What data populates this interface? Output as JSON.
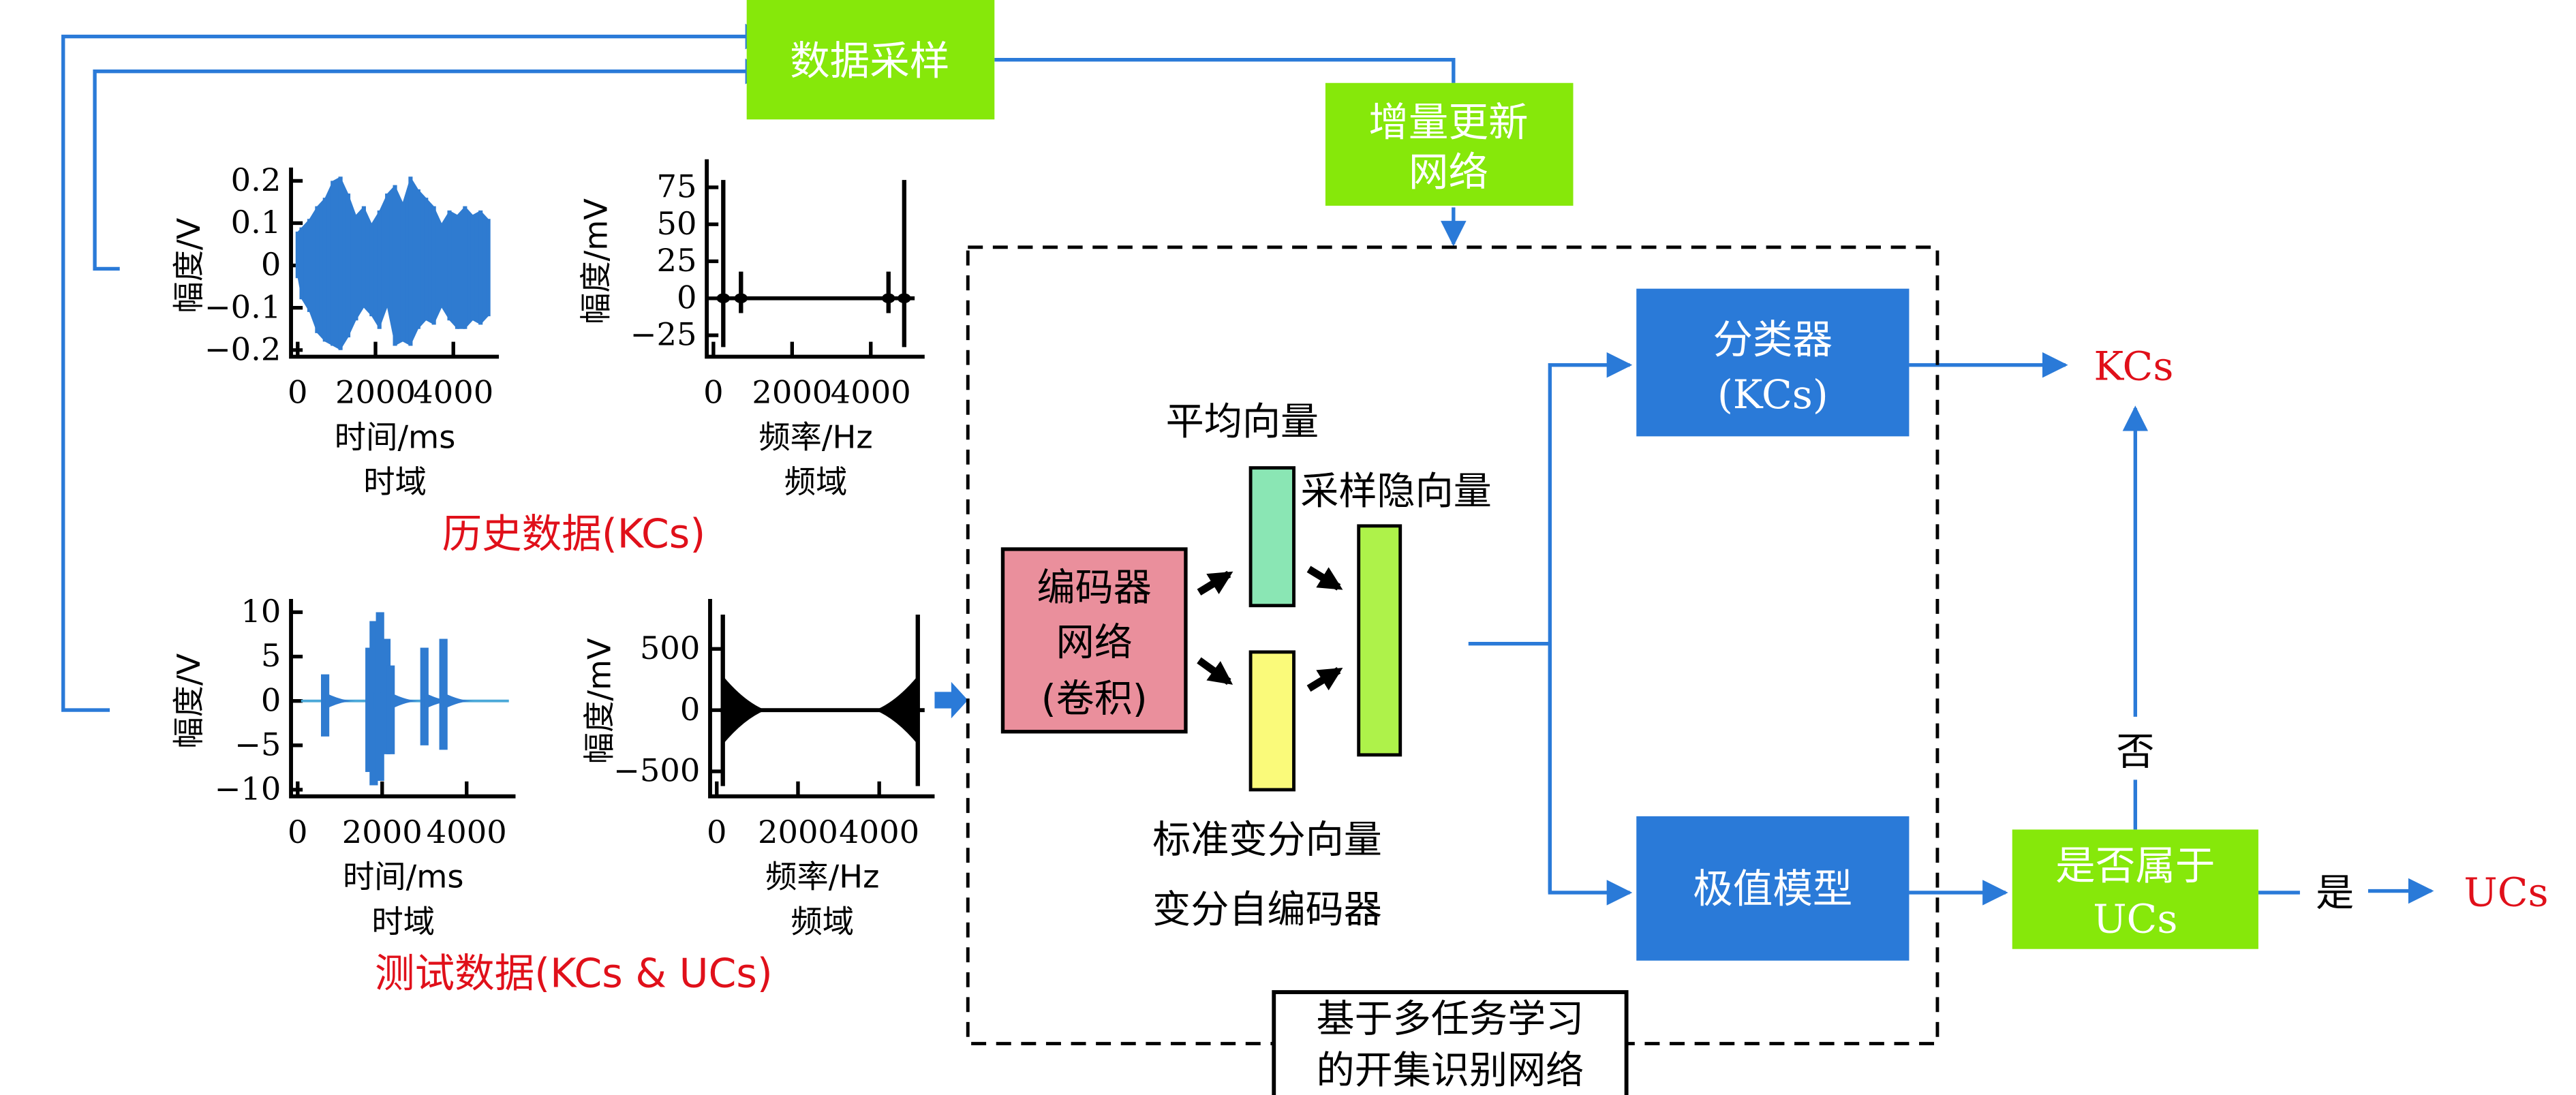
{
  "colors": {
    "flow": "#2a7ad8",
    "green_box": "#86e80a",
    "blue_box": "#2a7ad8",
    "encoder_box": "#ea8f9c",
    "mean_vector": "#8ae6b4",
    "std_vector": "#fafa7a",
    "latent_vector": "#aef24a",
    "highlight_red": "#e0101a",
    "signal_blue": "#2f7bd0",
    "spectrum_black": "#000000"
  },
  "boxes": {
    "data_sampling": "数据采样",
    "incremental_update": [
      "增量更新",
      "网络"
    ],
    "encoder": [
      "编码器",
      "网络",
      "(卷积)"
    ],
    "classifier": [
      "分类器",
      "(KCs)"
    ],
    "extreme_value_model": "极值模型",
    "is_uc_decision": [
      "是否属于",
      "UCs"
    ],
    "network_caption": [
      "基于多任务学习",
      "的开集识别网络"
    ]
  },
  "labels": {
    "mean_vector": "平均向量",
    "sampled_latent_vector": "采样隐向量",
    "std_vector": "标准变分向量",
    "vae": "变分自编码器",
    "history_data": "历史数据(KCs)",
    "test_data": "测试数据(KCs & UCs)",
    "output_kcs": "KCs",
    "output_ucs": "UCs",
    "no": "否",
    "yes": "是"
  },
  "chart_data": [
    {
      "id": "history-time",
      "type": "line",
      "title": "时域",
      "xlabel": "时间/ms",
      "ylabel": "幅度/V",
      "xlim": [
        0,
        5000
      ],
      "ylim": [
        -0.2,
        0.2
      ],
      "xticks": [
        0,
        2000,
        4000
      ],
      "yticks": [
        -0.2,
        -0.1,
        0,
        0.1,
        0.2
      ],
      "xtick_labels": [
        "0",
        "2000",
        "4000"
      ],
      "ytick_labels": [
        "-0.2",
        "-0.1",
        "0",
        "0.1",
        "0.2"
      ],
      "color": "#2f7bd0",
      "envelope": {
        "x": [
          0,
          100,
          300,
          500,
          700,
          900,
          1100,
          1300,
          1500,
          1700,
          1900,
          2100,
          2300,
          2500,
          2700,
          2900,
          3100,
          3300,
          3500,
          3700,
          3900,
          4100,
          4300,
          4500,
          4700,
          4900
        ],
        "upper": [
          0.08,
          0.09,
          0.11,
          0.14,
          0.16,
          0.2,
          0.21,
          0.17,
          0.12,
          0.14,
          0.1,
          0.13,
          0.17,
          0.19,
          0.15,
          0.21,
          0.18,
          0.16,
          0.14,
          0.1,
          0.13,
          0.12,
          0.14,
          0.12,
          0.13,
          0.11
        ],
        "lower": [
          -0.03,
          -0.08,
          -0.11,
          -0.16,
          -0.18,
          -0.19,
          -0.2,
          -0.17,
          -0.13,
          -0.1,
          -0.12,
          -0.15,
          -0.1,
          -0.19,
          -0.18,
          -0.19,
          -0.15,
          -0.13,
          -0.14,
          -0.1,
          -0.13,
          -0.15,
          -0.15,
          -0.13,
          -0.14,
          -0.12
        ]
      }
    },
    {
      "id": "history-freq",
      "type": "line",
      "title": "频域",
      "xlabel": "频率/Hz",
      "ylabel": "幅度/mV",
      "xlim": [
        0,
        5200
      ],
      "ylim": [
        -35,
        85
      ],
      "xticks": [
        0,
        2000,
        4000
      ],
      "yticks": [
        -25,
        0,
        25,
        50,
        75
      ],
      "xtick_labels": [
        "0",
        "2000",
        "4000"
      ],
      "ytick_labels": [
        "-25",
        "0",
        "25",
        "50",
        "75"
      ],
      "color": "#000000",
      "peaks": [
        {
          "x": 250,
          "max": 80,
          "min": -33
        },
        {
          "x": 700,
          "max": 18,
          "min": -10
        },
        {
          "x": 4450,
          "max": 18,
          "min": -10
        },
        {
          "x": 4850,
          "max": 80,
          "min": -33
        }
      ]
    },
    {
      "id": "test-time",
      "type": "line",
      "title": "时域",
      "xlabel": "时间/ms",
      "ylabel": "幅度/V",
      "xlim": [
        0,
        5000
      ],
      "ylim": [
        -10,
        10
      ],
      "xticks": [
        0,
        2000,
        4000
      ],
      "yticks": [
        -10,
        -5,
        0,
        5,
        10
      ],
      "xtick_labels": [
        "0",
        "2000",
        "4000"
      ],
      "ytick_labels": [
        "-10",
        "-5",
        "0",
        "5",
        "10"
      ],
      "color": "#2f7bd0",
      "bursts": [
        {
          "x": 650,
          "max": 3,
          "min": -4
        },
        {
          "x": 1700,
          "max": 6,
          "min": -8
        },
        {
          "x": 1800,
          "max": 9,
          "min": -9.5
        },
        {
          "x": 1950,
          "max": 10,
          "min": -9
        },
        {
          "x": 2100,
          "max": 7,
          "min": -6
        },
        {
          "x": 2200,
          "max": 4,
          "min": -6
        },
        {
          "x": 3000,
          "max": 6,
          "min": -5
        },
        {
          "x": 3450,
          "max": 7,
          "min": -5.5
        }
      ]
    },
    {
      "id": "test-freq",
      "type": "line",
      "title": "频域",
      "xlabel": "频率/Hz",
      "ylabel": "幅度/mV",
      "xlim": [
        0,
        5200
      ],
      "ylim": [
        -650,
        800
      ],
      "xticks": [
        0,
        2000,
        4000
      ],
      "yticks": [
        -500,
        0,
        500
      ],
      "xtick_labels": [
        "0",
        "2000",
        "4000"
      ],
      "ytick_labels": [
        "-500",
        "0",
        "500"
      ],
      "color": "#000000",
      "peaks": [
        {
          "x": 150,
          "max": 780,
          "min": -620,
          "decay_to": 1200
        },
        {
          "x": 4950,
          "max": 780,
          "min": -620,
          "decay_to": 3900
        }
      ]
    }
  ]
}
